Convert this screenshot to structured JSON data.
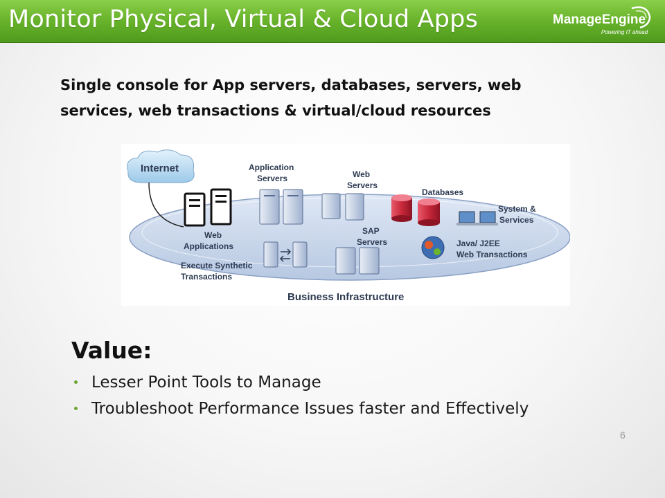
{
  "header": {
    "title": "Monitor Physical, Virtual & Cloud Apps",
    "logo_name": "ManageEngine",
    "logo_tagline": "Powering IT ahead"
  },
  "subtitle": "Single console for App servers, databases, servers, web services, web transactions & virtual/cloud resources",
  "diagram": {
    "internet": "Internet",
    "app_servers_1": "Application",
    "app_servers_2": "Servers",
    "web_servers_1": "Web",
    "web_servers_2": "Servers",
    "databases": "Databases",
    "system_services_1": "System &",
    "system_services_2": "Services",
    "web_apps_1": "Web",
    "web_apps_2": "Applications",
    "sap_1": "SAP",
    "sap_2": "Servers",
    "java_1": "Java/ J2EE",
    "java_2": "Web Transactions",
    "synthetic_1": "Execute Synthetic",
    "synthetic_2": "Transactions",
    "business": "Business Infrastructure"
  },
  "value": {
    "heading": "Value:",
    "items": [
      "Lesser Point Tools to Manage",
      "Troubleshoot Performance Issues faster and Effectively"
    ]
  },
  "page_number": "6",
  "colors": {
    "header_green": "#6ab52c",
    "bullet_green": "#6aa52f"
  }
}
